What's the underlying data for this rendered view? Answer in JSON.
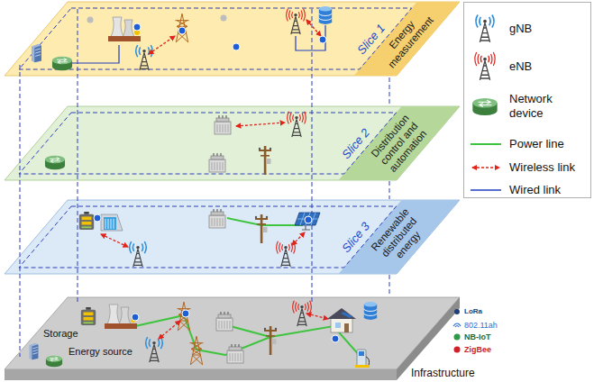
{
  "diagram": {
    "nodes": [
      {
        "text": [
          "Slice 1",
          "Energy measurement"
        ]
      },
      {
        "text": [
          "Slice 2",
          "Distribution control and automation"
        ]
      },
      {
        "text": [
          "Slice 3",
          "Renewable distributed energy"
        ]
      },
      {
        "text": [
          "Infrastructure"
        ]
      }
    ],
    "labels": [
      "Storage",
      "Energy source",
      "LoRa",
      "802.11ah",
      "NB-IoT",
      "ZigBee"
    ],
    "legend": [
      {
        "text": "gNB"
      },
      {
        "text": "eNB"
      },
      {
        "text": "Network device"
      },
      {
        "text": "Power line"
      },
      {
        "text": "Wireless link"
      },
      {
        "text": "Wired link"
      }
    ]
  }
}
